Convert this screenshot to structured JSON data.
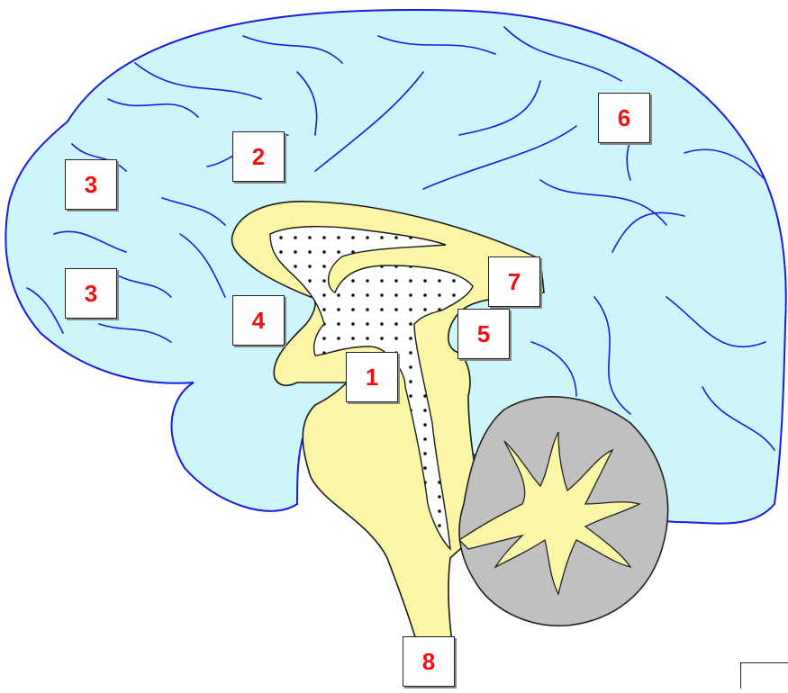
{
  "labels": [
    "1",
    "2",
    "3",
    "3",
    "4",
    "5",
    "6",
    "7",
    "8"
  ],
  "colors": {
    "cerebrum": "#ccf6fb",
    "cerebrum_outline": "#1a1ae0",
    "brainstem": "#fbf6a6",
    "cerebellum": "#c0c0c0",
    "label_text": "#ee1111"
  }
}
